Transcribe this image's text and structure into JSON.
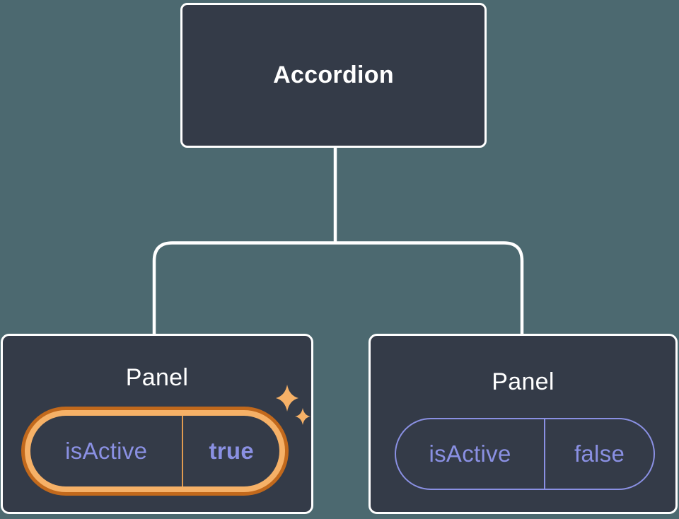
{
  "diagram": {
    "type": "component-tree",
    "root": {
      "label": "Accordion"
    },
    "children": [
      {
        "label": "Panel",
        "highlighted": true,
        "state": {
          "key": "isActive",
          "value": "true"
        }
      },
      {
        "label": "Panel",
        "highlighted": false,
        "state": {
          "key": "isActive",
          "value": "false"
        }
      }
    ],
    "colors": {
      "background": "#4C6970",
      "node_fill": "#343B48",
      "node_border": "#FFFFFF",
      "state_purple": "#8A90E3",
      "highlight_orange_dark": "#C2691C",
      "highlight_orange_light": "#F6B167",
      "pill_divider_active": "#E09A50"
    },
    "icons": {
      "sparkle": "four-point-star"
    }
  }
}
